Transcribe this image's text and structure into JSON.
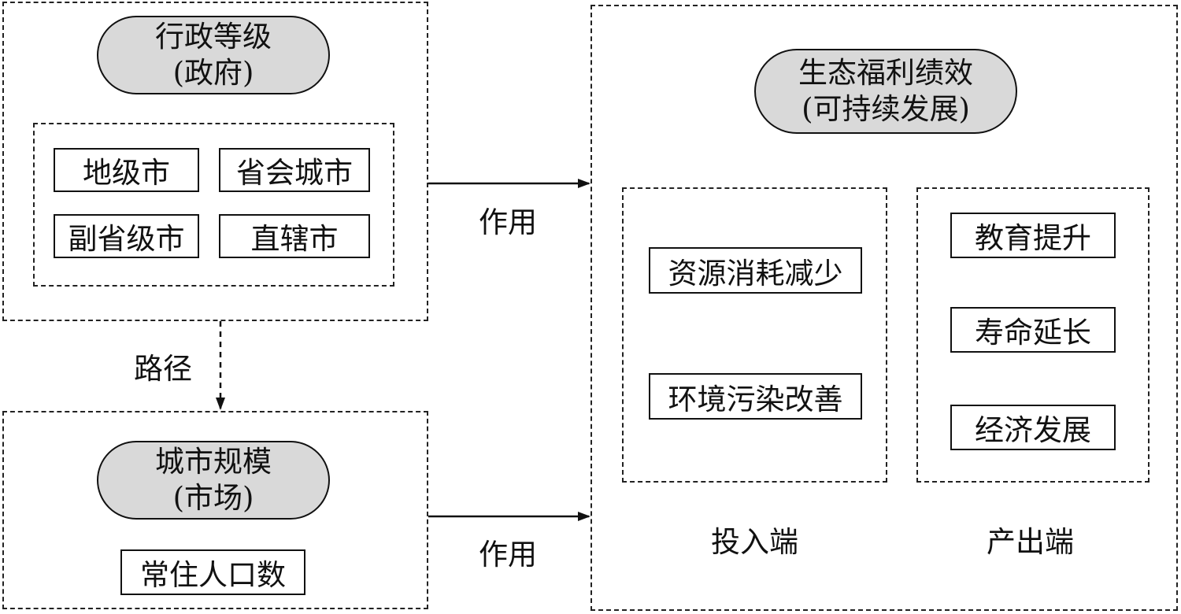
{
  "admin_group": {
    "title": "行政等级",
    "subtitle": "(政府)",
    "items": [
      "地级市",
      "省会城市",
      "副省级市",
      "直辖市"
    ]
  },
  "scale_group": {
    "title": "城市规模",
    "subtitle": "(市场)",
    "item": "常住人口数"
  },
  "welfare_group": {
    "title": "生态福利绩效",
    "subtitle": "(可持续发展)",
    "input_side": {
      "items": [
        "资源消耗减少",
        "环境污染改善"
      ],
      "label": "投入端"
    },
    "output_side": {
      "items": [
        "教育提升",
        "寿命延长",
        "经济发展"
      ],
      "label": "产出端"
    }
  },
  "edges": {
    "path_label": "路径",
    "effect_label_top": "作用",
    "effect_label_bottom": "作用"
  }
}
